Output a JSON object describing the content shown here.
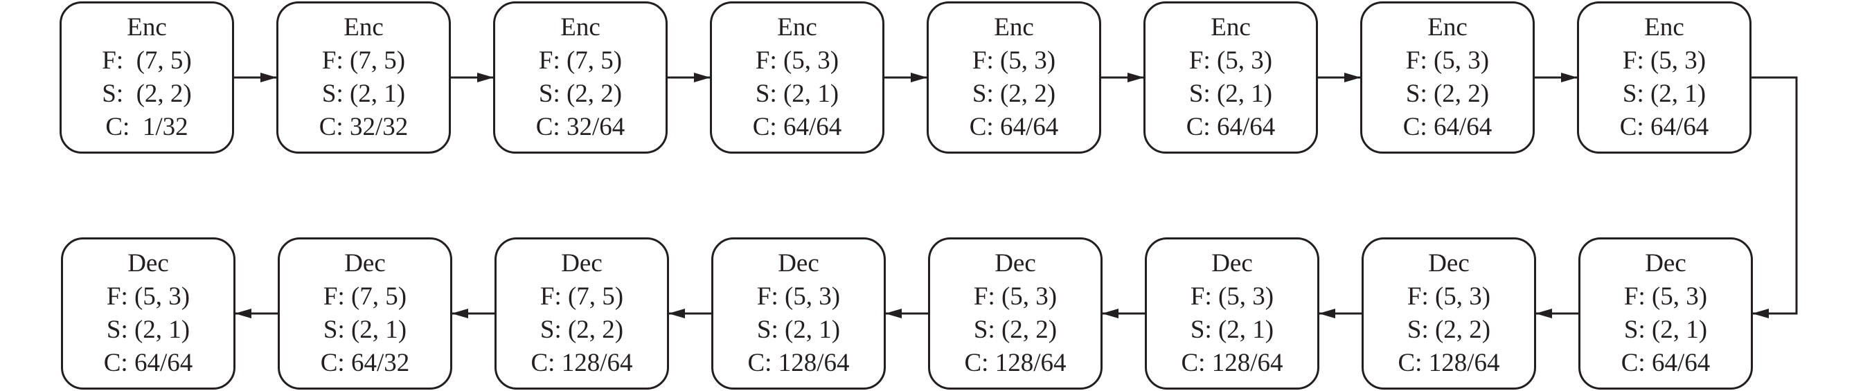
{
  "encoders": [
    {
      "name": "Enc",
      "f": "F:  (7, 5)",
      "s": "S:  (2, 2)",
      "c": "C:  1/32"
    },
    {
      "name": "Enc",
      "f": "F: (7, 5)",
      "s": "S: (2, 1)",
      "c": "C: 32/32"
    },
    {
      "name": "Enc",
      "f": "F: (7, 5)",
      "s": "S: (2, 2)",
      "c": "C: 32/64"
    },
    {
      "name": "Enc",
      "f": "F: (5, 3)",
      "s": "S: (2, 1)",
      "c": "C: 64/64"
    },
    {
      "name": "Enc",
      "f": "F: (5, 3)",
      "s": "S: (2, 2)",
      "c": "C: 64/64"
    },
    {
      "name": "Enc",
      "f": "F: (5, 3)",
      "s": "S: (2, 1)",
      "c": "C: 64/64"
    },
    {
      "name": "Enc",
      "f": "F: (5, 3)",
      "s": "S: (2, 2)",
      "c": "C: 64/64"
    },
    {
      "name": "Enc",
      "f": "F: (5, 3)",
      "s": "S: (2, 1)",
      "c": "C: 64/64"
    }
  ],
  "decoders": [
    {
      "name": "Dec",
      "f": "F: (5, 3)",
      "s": "S: (2, 1)",
      "c": "C: 64/64"
    },
    {
      "name": "Dec",
      "f": "F: (7, 5)",
      "s": "S: (2, 1)",
      "c": "C: 64/32"
    },
    {
      "name": "Dec",
      "f": "F: (7, 5)",
      "s": "S: (2, 2)",
      "c": "C: 128/64"
    },
    {
      "name": "Dec",
      "f": "F: (5, 3)",
      "s": "S: (2, 1)",
      "c": "C: 128/64"
    },
    {
      "name": "Dec",
      "f": "F: (5, 3)",
      "s": "S: (2, 2)",
      "c": "C: 128/64"
    },
    {
      "name": "Dec",
      "f": "F: (5, 3)",
      "s": "S: (2, 1)",
      "c": "C: 128/64"
    },
    {
      "name": "Dec",
      "f": "F: (5, 3)",
      "s": "S: (2, 2)",
      "c": "C: 128/64"
    },
    {
      "name": "Dec",
      "f": "F: (5, 3)",
      "s": "S: (2, 1)",
      "c": "C: 64/64"
    }
  ],
  "colors": {
    "stroke": "#231f20",
    "background": "#ffffff"
  }
}
